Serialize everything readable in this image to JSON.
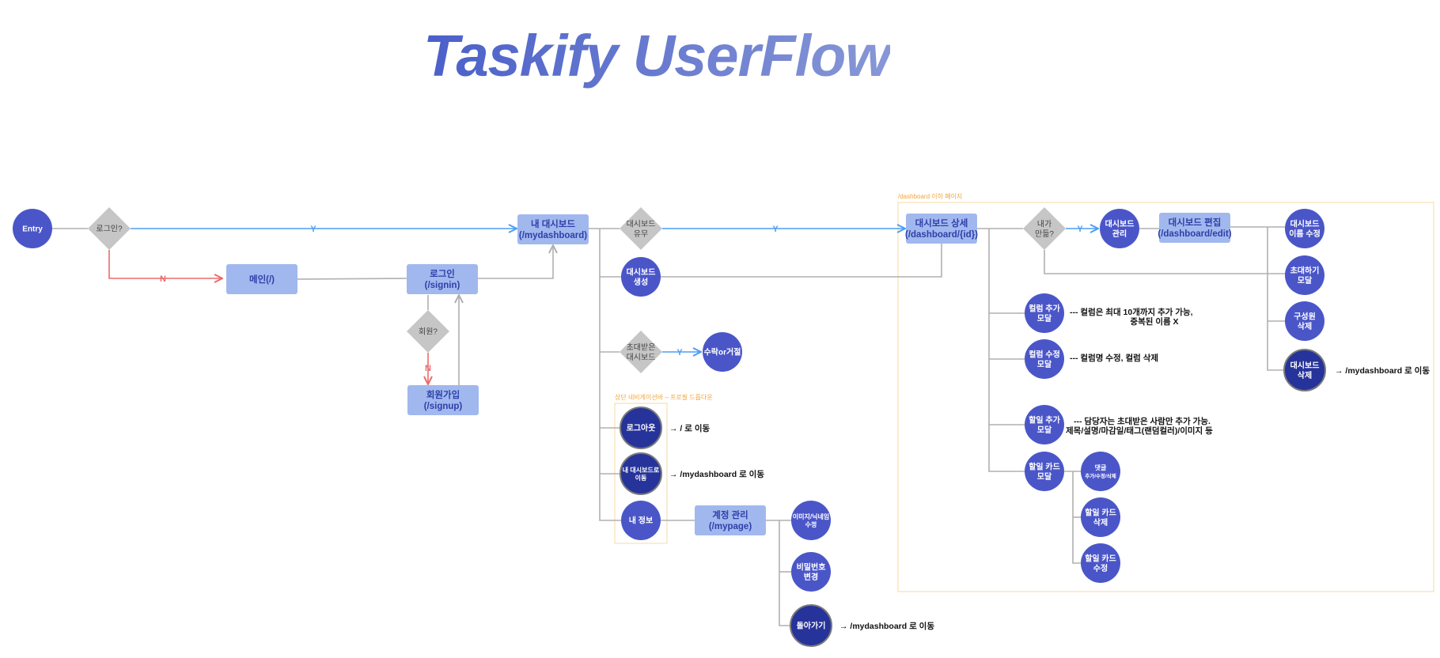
{
  "title": "Taskify UserFlow",
  "colors": {
    "circle": "#4a56c8",
    "circle_dark": "#26339a",
    "circle_stroke": "#7a7a7a",
    "rect": "#a1b8ef",
    "rect_text": "#2e3ea8",
    "diamond": "#c6c6c6",
    "diamond_text": "#444444",
    "blue_line": "#4d9ef2",
    "red_line": "#ec6b6b",
    "gray_line": "#b0b0b0",
    "group_border": "#f7d8a6",
    "group_label": "#f0a63a",
    "note_text": "#111111"
  },
  "groups": [
    {
      "id": "dashboard-sub",
      "label": "/dashboard 이하 페이지"
    },
    {
      "id": "nav-dropdown",
      "label": "상단 네비게이션바 – 프로필 드롭다운"
    }
  ],
  "nodes": [
    {
      "id": "entry",
      "shape": "circle",
      "lines": [
        "Entry"
      ]
    },
    {
      "id": "login-q",
      "shape": "diamond",
      "lines": [
        "로그인?"
      ]
    },
    {
      "id": "main",
      "shape": "rect",
      "lines": [
        "메인(/)"
      ]
    },
    {
      "id": "signin",
      "shape": "rect",
      "lines": [
        "로그인",
        "(/signin)"
      ]
    },
    {
      "id": "member-q",
      "shape": "diamond",
      "lines": [
        "회원?"
      ]
    },
    {
      "id": "signup",
      "shape": "rect",
      "lines": [
        "회원가입",
        "(/signup)"
      ]
    },
    {
      "id": "mydashboard",
      "shape": "rect",
      "lines": [
        "내 대시보드",
        "(/mydashboard)"
      ]
    },
    {
      "id": "dash-exist-q",
      "shape": "diamond",
      "lines": [
        "대시보드",
        "유무"
      ]
    },
    {
      "id": "dash-create",
      "shape": "circle",
      "lines": [
        "대시보드",
        "생성"
      ]
    },
    {
      "id": "invited-q",
      "shape": "diamond",
      "lines": [
        "초대받은",
        "대시보드"
      ]
    },
    {
      "id": "accept",
      "shape": "circle",
      "lines": [
        "수락or거절"
      ]
    },
    {
      "id": "logout",
      "shape": "circle-dark",
      "lines": [
        "로그아웃"
      ]
    },
    {
      "id": "goto-my",
      "shape": "circle-dark",
      "lines": [
        "내 대시보드로",
        "이동"
      ]
    },
    {
      "id": "myinfo",
      "shape": "circle",
      "lines": [
        "내 정보"
      ]
    },
    {
      "id": "mypage",
      "shape": "rect",
      "lines": [
        "계정 관리",
        "(/mypage)"
      ]
    },
    {
      "id": "img-edit",
      "shape": "circle",
      "lines": [
        "이미지/닉네임",
        "수정"
      ]
    },
    {
      "id": "pw-change",
      "shape": "circle",
      "lines": [
        "비밀번호",
        "변경"
      ]
    },
    {
      "id": "go-back",
      "shape": "circle-dark",
      "lines": [
        "돌아가기"
      ]
    },
    {
      "id": "dash-detail",
      "shape": "rect",
      "lines": [
        "대시보드 상세",
        "(/dashboard/{id})"
      ]
    },
    {
      "id": "mine-q",
      "shape": "diamond",
      "lines": [
        "내가",
        "만듦?"
      ]
    },
    {
      "id": "dash-manage",
      "shape": "circle",
      "lines": [
        "대시보드",
        "관리"
      ]
    },
    {
      "id": "dash-edit",
      "shape": "rect",
      "lines": [
        "대시보드 편집",
        "(/dashboard/edit)"
      ]
    },
    {
      "id": "rename",
      "shape": "circle",
      "lines": [
        "대시보드",
        "이름 수정"
      ]
    },
    {
      "id": "invite-modal",
      "shape": "circle",
      "lines": [
        "초대하기",
        "모달"
      ]
    },
    {
      "id": "member-del",
      "shape": "circle",
      "lines": [
        "구성원",
        "삭제"
      ]
    },
    {
      "id": "dash-del",
      "shape": "circle-dark",
      "lines": [
        "대시보드",
        "삭제"
      ]
    },
    {
      "id": "col-add",
      "shape": "circle",
      "lines": [
        "컬럼 추가",
        "모달"
      ]
    },
    {
      "id": "col-edit",
      "shape": "circle",
      "lines": [
        "컬럼 수정",
        "모달"
      ]
    },
    {
      "id": "todo-add",
      "shape": "circle",
      "lines": [
        "할일 추가",
        "모달"
      ]
    },
    {
      "id": "todo-card",
      "shape": "circle",
      "lines": [
        "할일 카드",
        "모달"
      ]
    },
    {
      "id": "comment",
      "shape": "circle",
      "lines": [
        "댓글",
        "추가/수정/삭제"
      ]
    },
    {
      "id": "card-del",
      "shape": "circle",
      "lines": [
        "할일 카드",
        "삭제"
      ]
    },
    {
      "id": "card-edit",
      "shape": "circle",
      "lines": [
        "할일 카드",
        "수정"
      ]
    }
  ],
  "edge_labels": [
    {
      "id": "y1",
      "text": "Y"
    },
    {
      "id": "n1",
      "text": "N"
    },
    {
      "id": "n2",
      "text": "N"
    },
    {
      "id": "y2",
      "text": "Y"
    },
    {
      "id": "y3",
      "text": "Y"
    },
    {
      "id": "y4",
      "text": "Y"
    }
  ],
  "notes": [
    {
      "id": "note-logout",
      "lines": [
        "→ / 로 이동"
      ]
    },
    {
      "id": "note-goto-my",
      "lines": [
        "→ /mydashboard 로 이동"
      ]
    },
    {
      "id": "note-goback",
      "lines": [
        "→ /mydashboard 로 이동"
      ]
    },
    {
      "id": "note-dashdel",
      "lines": [
        "→ /mydashboard 로 이동"
      ]
    },
    {
      "id": "note-coladd",
      "lines": [
        "--- 컬럼은 최대 10개까지 추가 가능,",
        "중복된 이름 X"
      ]
    },
    {
      "id": "note-coledit",
      "lines": [
        "--- 컬럼명 수정, 컬럼 삭제"
      ]
    },
    {
      "id": "note-todoadd",
      "lines": [
        "--- 담당자는 초대받은 사람만 추가 가능.",
        "제목/설명/마감일/태그(랜덤컬러)/이미지 등"
      ]
    }
  ]
}
